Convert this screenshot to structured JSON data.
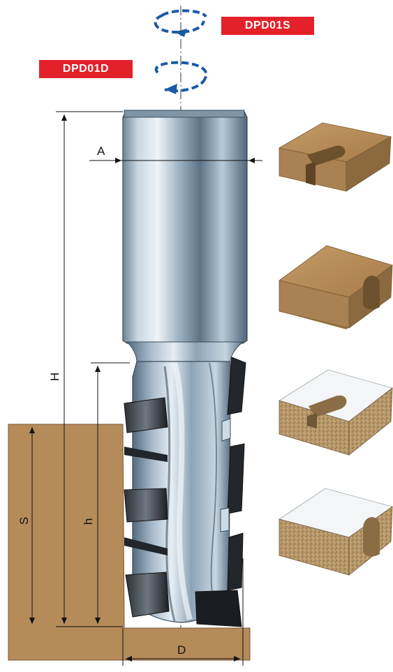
{
  "labels": {
    "variant_s": "DPD01S",
    "variant_d": "DPD01D",
    "badge_color": "#e4202a"
  },
  "dimensions": {
    "A": "A",
    "H": "H",
    "h": "h",
    "S": "S",
    "D": "D"
  },
  "colors": {
    "wood": "#b58b5a",
    "wood_dark": "#8e6a3f",
    "steel_light": "#d7e3ec",
    "steel_mid": "#9fb3c3",
    "steel_dark": "#4f6577",
    "rotation_arrow": "#1a5aa6"
  },
  "samples": [
    {
      "name": "wood-block-slot",
      "material": "wood",
      "cut": "slot"
    },
    {
      "name": "wood-block-edge",
      "material": "wood",
      "cut": "edge-rebate"
    },
    {
      "name": "laminated-chipboard-slot",
      "material": "laminated chipboard",
      "cut": "slot"
    },
    {
      "name": "laminated-chipboard-edge",
      "material": "laminated chipboard",
      "cut": "edge-rebate"
    }
  ]
}
